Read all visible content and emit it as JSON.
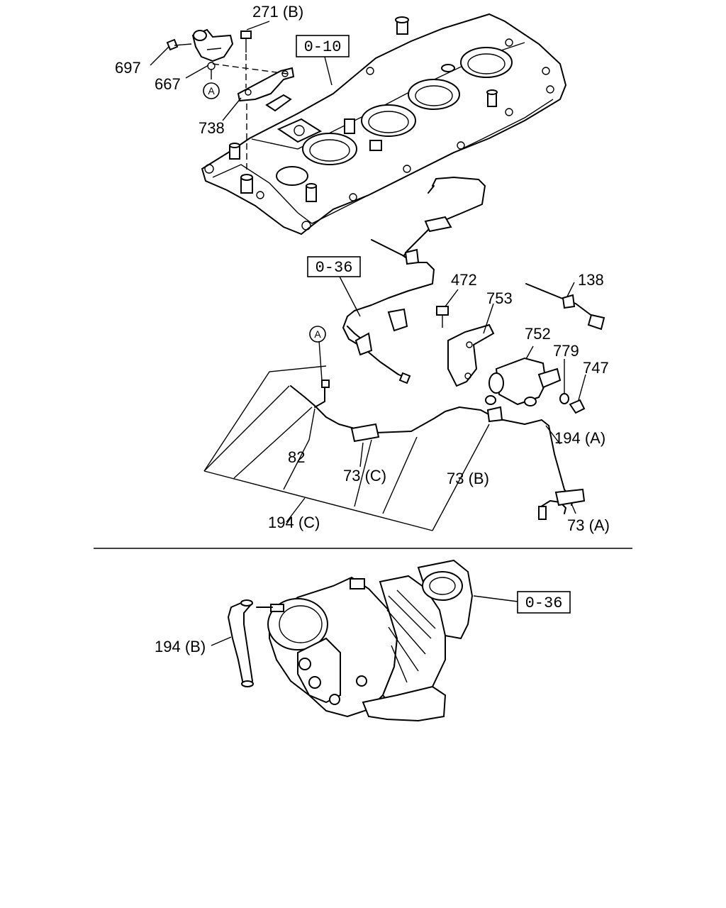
{
  "labels": {
    "p271b": "271 (B)",
    "p697": "697",
    "p667": "667",
    "p738": "738",
    "p472": "472",
    "p753": "753",
    "p138": "138",
    "p752": "752",
    "p779": "779",
    "p747": "747",
    "p194a": "194 (A)",
    "p82": "82",
    "p73c": "73 (C)",
    "p73b": "73 (B)",
    "p73a": "73 (A)",
    "p194c": "194 (C)",
    "p194b": "194 (B)"
  },
  "refs": {
    "ref_0_10": "0-10",
    "ref_0_36_top": "0-36",
    "ref_0_36_bottom": "0-36"
  },
  "callouts": {
    "a_top": "A",
    "a_mid": "A"
  }
}
